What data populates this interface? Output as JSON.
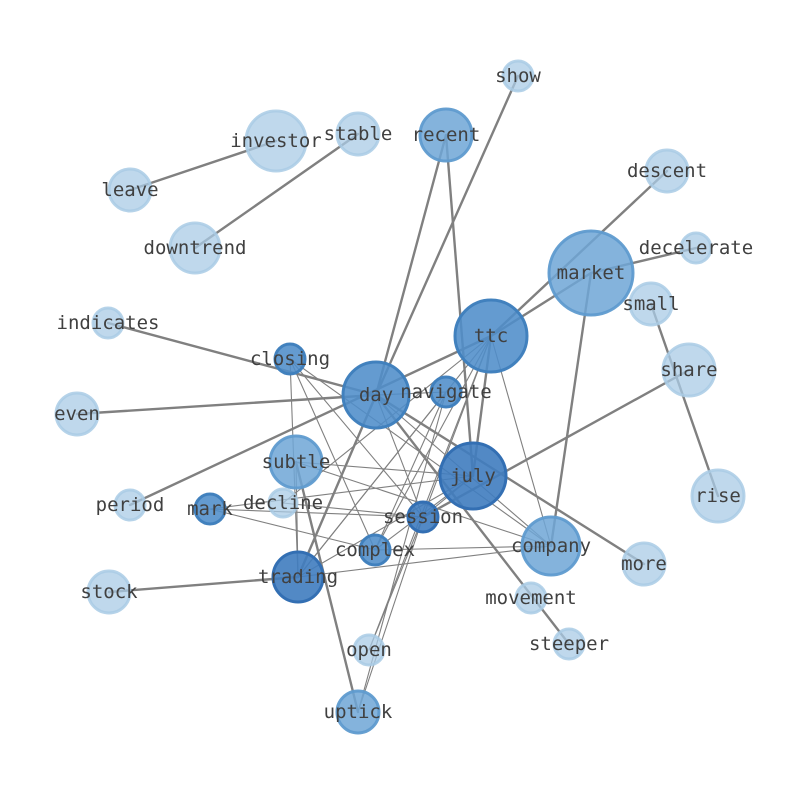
{
  "nodes": [
    {
      "id": "show",
      "label": "show",
      "tone": "light"
    },
    {
      "id": "investor",
      "label": "investor",
      "tone": "light"
    },
    {
      "id": "stable",
      "label": "stable",
      "tone": "light"
    },
    {
      "id": "recent",
      "label": "recent",
      "tone": "mid"
    },
    {
      "id": "descent",
      "label": "descent",
      "tone": "light"
    },
    {
      "id": "leave",
      "label": "leave",
      "tone": "light"
    },
    {
      "id": "downtrend",
      "label": "downtrend",
      "tone": "light"
    },
    {
      "id": "decelerate",
      "label": "decelerate",
      "tone": "light"
    },
    {
      "id": "market",
      "label": "market",
      "tone": "mid"
    },
    {
      "id": "small",
      "label": "small",
      "tone": "light"
    },
    {
      "id": "indicates",
      "label": "indicates",
      "tone": "light"
    },
    {
      "id": "ttc",
      "label": "ttc",
      "tone": "strong"
    },
    {
      "id": "closing",
      "label": "closing",
      "tone": "strong"
    },
    {
      "id": "share",
      "label": "share",
      "tone": "light"
    },
    {
      "id": "day",
      "label": "day",
      "tone": "strong"
    },
    {
      "id": "navigate",
      "label": "navigate",
      "tone": "strong"
    },
    {
      "id": "even",
      "label": "even",
      "tone": "light"
    },
    {
      "id": "subtle",
      "label": "subtle",
      "tone": "mid"
    },
    {
      "id": "july",
      "label": "july",
      "tone": "deep"
    },
    {
      "id": "rise",
      "label": "rise",
      "tone": "light"
    },
    {
      "id": "period",
      "label": "period",
      "tone": "light"
    },
    {
      "id": "mark",
      "label": "mark",
      "tone": "strong"
    },
    {
      "id": "decline",
      "label": "decline",
      "tone": "light"
    },
    {
      "id": "session",
      "label": "session",
      "tone": "deep"
    },
    {
      "id": "complex",
      "label": "complex",
      "tone": "strong"
    },
    {
      "id": "company",
      "label": "company",
      "tone": "mid"
    },
    {
      "id": "more",
      "label": "more",
      "tone": "light"
    },
    {
      "id": "trading",
      "label": "trading",
      "tone": "deep"
    },
    {
      "id": "stock",
      "label": "stock",
      "tone": "light"
    },
    {
      "id": "movement",
      "label": "movement",
      "tone": "light"
    },
    {
      "id": "steeper",
      "label": "steeper",
      "tone": "light"
    },
    {
      "id": "open",
      "label": "open",
      "tone": "light"
    },
    {
      "id": "uptick",
      "label": "uptick",
      "tone": "mid"
    }
  ],
  "edges": [
    {
      "source": "investor",
      "target": "leave",
      "weight": "heavy"
    },
    {
      "source": "stable",
      "target": "downtrend",
      "weight": "heavy"
    },
    {
      "source": "descent",
      "target": "ttc",
      "weight": "heavy"
    },
    {
      "source": "market",
      "target": "ttc",
      "weight": "heavy"
    },
    {
      "source": "market",
      "target": "decelerate",
      "weight": "heavy"
    },
    {
      "source": "market",
      "target": "company",
      "weight": "heavy"
    },
    {
      "source": "small",
      "target": "rise",
      "weight": "heavy"
    },
    {
      "source": "recent",
      "target": "day",
      "weight": "heavy"
    },
    {
      "source": "recent",
      "target": "july",
      "weight": "heavy"
    },
    {
      "source": "show",
      "target": "day",
      "weight": "heavy"
    },
    {
      "source": "indicates",
      "target": "day",
      "weight": "heavy"
    },
    {
      "source": "even",
      "target": "day",
      "weight": "heavy"
    },
    {
      "source": "day",
      "target": "more",
      "weight": "heavy"
    },
    {
      "source": "day",
      "target": "steeper",
      "weight": "heavy"
    },
    {
      "source": "day",
      "target": "trading",
      "weight": "heavy"
    },
    {
      "source": "share",
      "target": "session",
      "weight": "heavy"
    },
    {
      "source": "ttc",
      "target": "period",
      "weight": "heavy"
    },
    {
      "source": "ttc",
      "target": "july",
      "weight": "heavy"
    },
    {
      "source": "trading",
      "target": "stock",
      "weight": "heavy"
    },
    {
      "source": "subtle",
      "target": "uptick",
      "weight": "heavy"
    },
    {
      "source": "closing",
      "target": "session",
      "weight": "light"
    },
    {
      "source": "closing",
      "target": "company",
      "weight": "light"
    },
    {
      "source": "closing",
      "target": "complex",
      "weight": "light"
    },
    {
      "source": "closing",
      "target": "trading",
      "weight": "light"
    },
    {
      "source": "ttc",
      "target": "session",
      "weight": "light"
    },
    {
      "source": "ttc",
      "target": "complex",
      "weight": "light"
    },
    {
      "source": "ttc",
      "target": "trading",
      "weight": "light"
    },
    {
      "source": "ttc",
      "target": "company",
      "weight": "light"
    },
    {
      "source": "ttc",
      "target": "decline",
      "weight": "light"
    },
    {
      "source": "ttc",
      "target": "open",
      "weight": "light"
    },
    {
      "source": "navigate",
      "target": "trading",
      "weight": "light"
    },
    {
      "source": "navigate",
      "target": "complex",
      "weight": "light"
    },
    {
      "source": "navigate",
      "target": "uptick",
      "weight": "light"
    },
    {
      "source": "day",
      "target": "navigate",
      "weight": "light"
    },
    {
      "source": "day",
      "target": "company",
      "weight": "light"
    },
    {
      "source": "day",
      "target": "session",
      "weight": "light"
    },
    {
      "source": "subtle",
      "target": "july",
      "weight": "light"
    },
    {
      "source": "subtle",
      "target": "company",
      "weight": "light"
    },
    {
      "source": "subtle",
      "target": "trading",
      "weight": "light"
    },
    {
      "source": "july",
      "target": "mark",
      "weight": "light"
    },
    {
      "source": "july",
      "target": "trading",
      "weight": "light"
    },
    {
      "source": "july",
      "target": "session",
      "weight": "light"
    },
    {
      "source": "july",
      "target": "complex",
      "weight": "light"
    },
    {
      "source": "mark",
      "target": "complex",
      "weight": "light"
    },
    {
      "source": "mark",
      "target": "session",
      "weight": "light"
    },
    {
      "source": "decline",
      "target": "session",
      "weight": "light"
    },
    {
      "source": "session",
      "target": "open",
      "weight": "light"
    },
    {
      "source": "session",
      "target": "uptick",
      "weight": "light"
    },
    {
      "source": "complex",
      "target": "company",
      "weight": "light"
    },
    {
      "source": "trading",
      "target": "company",
      "weight": "light"
    }
  ]
}
